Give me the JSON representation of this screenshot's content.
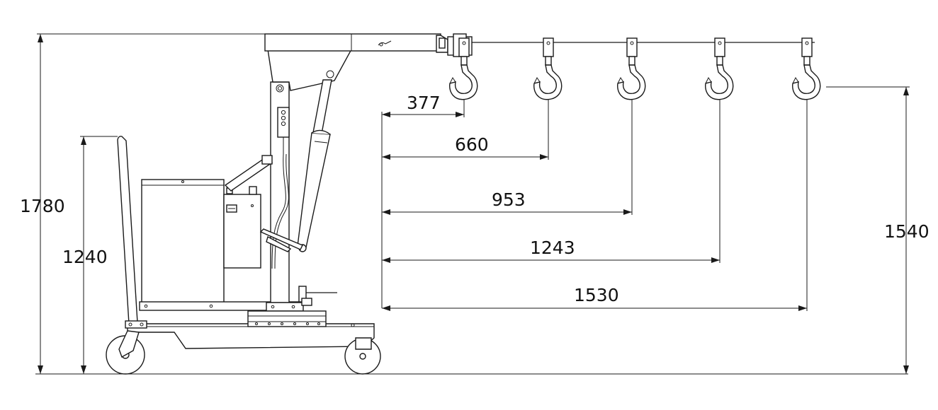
{
  "colors": {
    "line": "#1a1a1a",
    "background": "#ffffff"
  },
  "dimensions": {
    "total_height": "1780",
    "handle_height": "1240",
    "hook_height": "1540",
    "reaches": [
      "377",
      "660",
      "953",
      "1243",
      "1530"
    ]
  }
}
